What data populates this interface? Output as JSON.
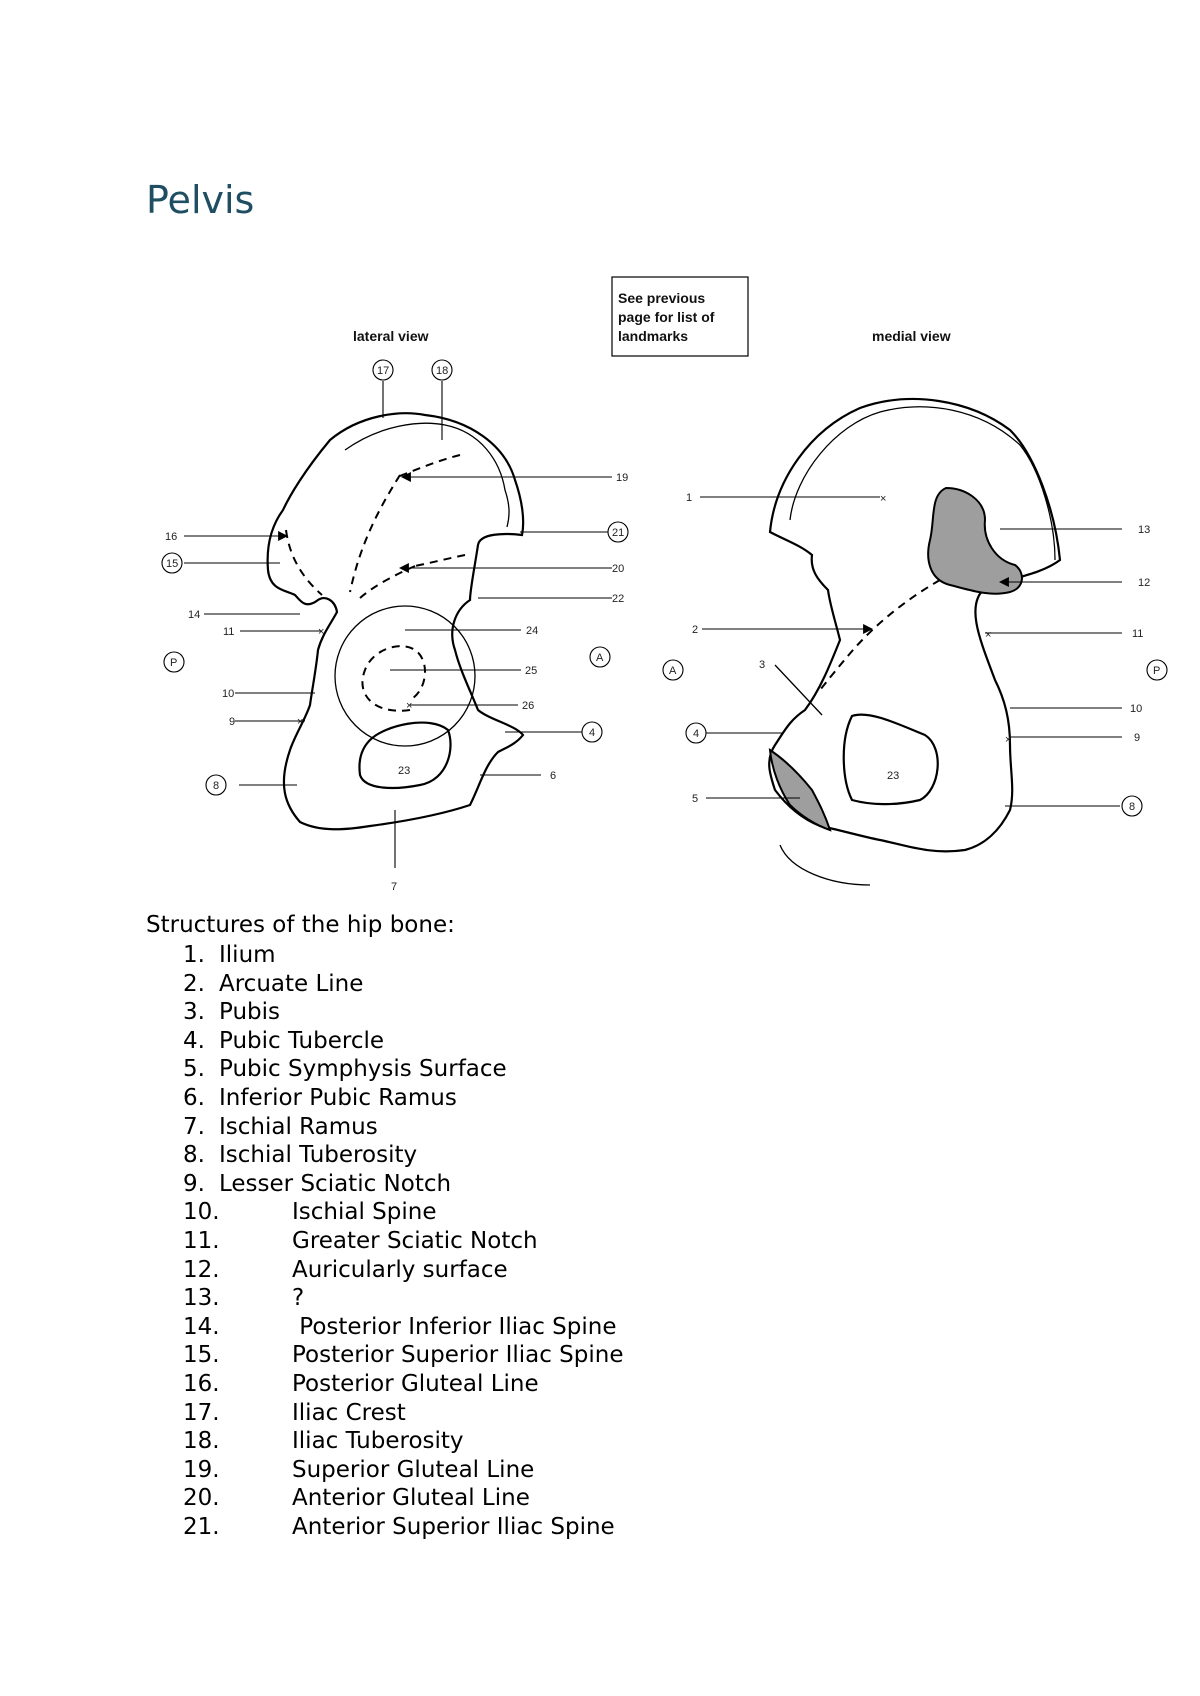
{
  "page_title": "Pelvis",
  "figure": {
    "note_lines": [
      "See previous",
      "page for list of",
      "landmarks"
    ],
    "lateral_view_label": "lateral view",
    "medial_view_label": "medial view",
    "lateral_labels": {
      "n17": "17",
      "n18": "18",
      "n19": "19",
      "n16": "16",
      "n15": "15",
      "n21": "21",
      "n20": "20",
      "n22": "22",
      "n14": "14",
      "n11": "11",
      "n24": "24",
      "nP": "P",
      "nA": "A",
      "n25": "25",
      "n10": "10",
      "n26": "26",
      "n9": "9",
      "n4": "4",
      "n23": "23",
      "n6": "6",
      "n8": "8",
      "n7": "7"
    },
    "medial_labels": {
      "n1": "1",
      "n13": "13",
      "n12": "12",
      "n2": "2",
      "n11": "11",
      "n3": "3",
      "nA": "A",
      "nP": "P",
      "n10": "10",
      "n4": "4",
      "n9": "9",
      "n23": "23",
      "n5": "5",
      "n8": "8"
    }
  },
  "list": {
    "title": "Structures of the hip bone:",
    "items": [
      {
        "num": "1.",
        "text": "Ilium"
      },
      {
        "num": "2.",
        "text": "Arcuate Line"
      },
      {
        "num": "3.",
        "text": "Pubis"
      },
      {
        "num": "4.",
        "text": "Pubic Tubercle"
      },
      {
        "num": "5.",
        "text": "Pubic Symphysis Surface"
      },
      {
        "num": "6.",
        "text": "Inferior Pubic Ramus"
      },
      {
        "num": "7.",
        "text": "Ischial Ramus"
      },
      {
        "num": "8.",
        "text": "Ischial Tuberosity"
      },
      {
        "num": "9.",
        "text": "Lesser Sciatic Notch"
      },
      {
        "num": "10.",
        "text": "Ischial Spine"
      },
      {
        "num": "11.",
        "text": "Greater Sciatic Notch"
      },
      {
        "num": "12.",
        "text": "Auricularly surface"
      },
      {
        "num": "13.",
        "text": "?"
      },
      {
        "num": "14.",
        "text": " Posterior Inferior Iliac Spine"
      },
      {
        "num": "15.",
        "text": "Posterior Superior Iliac Spine"
      },
      {
        "num": "16.",
        "text": "Posterior Gluteal Line"
      },
      {
        "num": "17.",
        "text": "Iliac Crest"
      },
      {
        "num": "18.",
        "text": "Iliac Tuberosity"
      },
      {
        "num": "19.",
        "text": "Superior Gluteal Line"
      },
      {
        "num": "20.",
        "text": "Anterior Gluteal Line"
      },
      {
        "num": "21.",
        "text": "Anterior Superior Iliac Spine"
      }
    ]
  }
}
